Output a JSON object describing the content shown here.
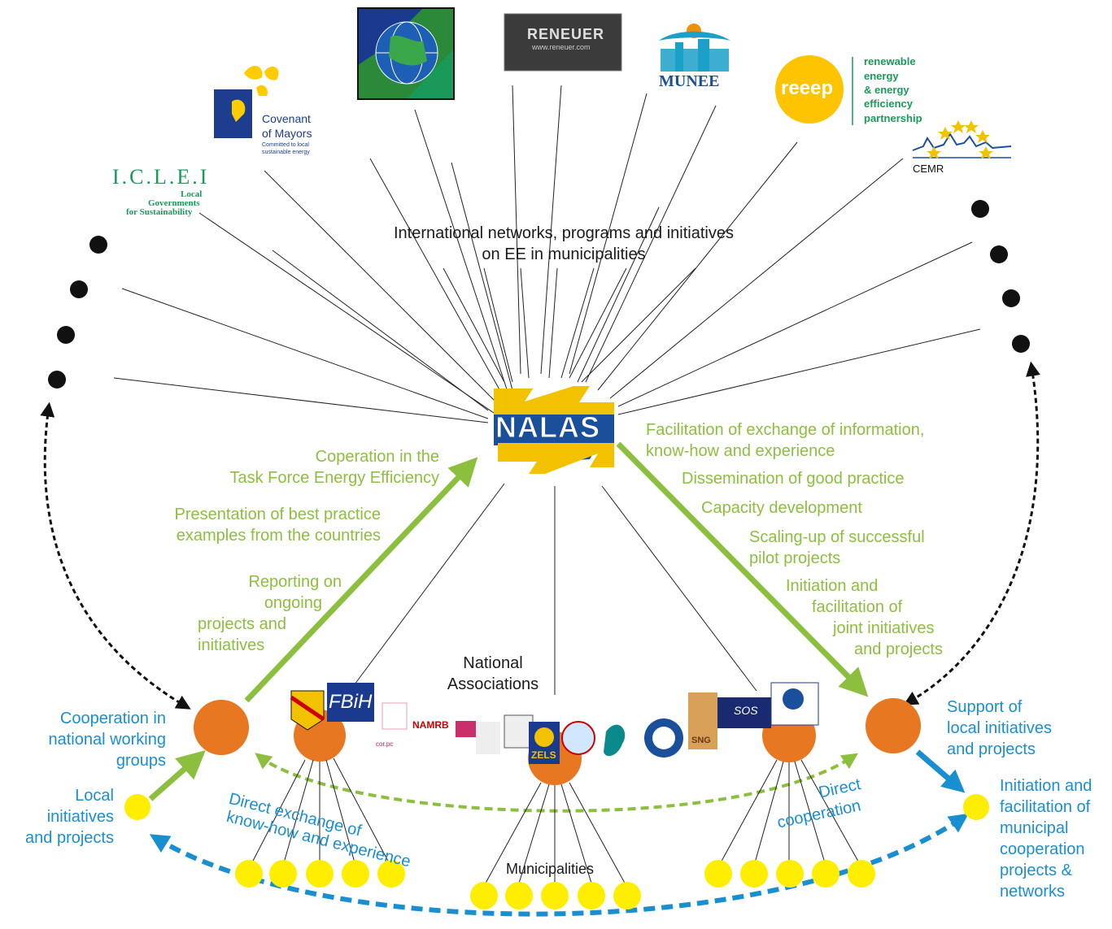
{
  "hub": {
    "name": "NALAS",
    "colors": {
      "yellow": "#f2c200",
      "blue": "#1a4f9c"
    }
  },
  "top_caption": {
    "line1": "International networks, programs and initiatives",
    "line2": "on EE in municipalities"
  },
  "logos": {
    "iclei": {
      "name": "I.C.L.E.I",
      "line1": "Local",
      "line2": "Governments",
      "line3": "for Sustainability"
    },
    "covenant": {
      "line1": "Covenant",
      "line2": "of Mayors",
      "line3": "Committed to local",
      "line4": "sustainable energy"
    },
    "globe": {
      "icon": "globe-icon"
    },
    "reneuer": {
      "name": "RENEUER",
      "url": "www.reneuer.com"
    },
    "munee": {
      "name": "MUNEE"
    },
    "reeep": {
      "name": "reeep",
      "line1": "renewable",
      "line2": "energy",
      "line3": "& energy",
      "line4": "efficiency",
      "line5": "partnership"
    },
    "cemr": {
      "name": "CEMR"
    }
  },
  "left_labels": {
    "task_force": {
      "line1": "Coperation in the",
      "line2": "Task Force Energy Efficiency"
    },
    "best_practice": {
      "line1": "Presentation of best practice",
      "line2": "examples from the countries"
    },
    "reporting": {
      "line1": "Reporting on",
      "line2": "ongoing",
      "line3": "projects and",
      "line4": "initiatives"
    }
  },
  "right_labels": {
    "facilitation": {
      "line1": "Facilitation of exchange of information,",
      "line2": "know-how and experience"
    },
    "dissemination": "Dissemination of good practice",
    "capacity": "Capacity development",
    "scaling": {
      "line1": "Scaling-up of successful",
      "line2": "pilot projects"
    },
    "initiation": {
      "line1": "Initiation and",
      "line2": "facilitation of",
      "line3": "joint initiatives",
      "line4": "and projects"
    }
  },
  "national_associations": {
    "line1": "National",
    "line2": "Associations"
  },
  "association_logos": [
    "FBiH",
    "NAMRB",
    "ZELS",
    "SOS",
    "SNG",
    "cor.pc"
  ],
  "blue_labels": {
    "working_groups": {
      "line1": "Cooperation in",
      "line2": "national working",
      "line3": "groups"
    },
    "local_left": {
      "line1": "Local",
      "line2": "initiatives",
      "line3": "and projects"
    },
    "support": {
      "line1": "Support of",
      "line2": "local initiatives",
      "line3": "and projects"
    },
    "municipal_coop": {
      "line1": "Initiation and",
      "line2": "facilitation of",
      "line3": "municipal",
      "line4": "cooperation",
      "line5": "projects &",
      "line6": "networks"
    },
    "direct_exchange": {
      "line1": "Direct exchange of",
      "line2": "know-how and experience"
    },
    "direct_coop": {
      "line1": "Direct",
      "line2": "cooperation"
    }
  },
  "municipalities": "Municipalities",
  "colors": {
    "green": "#8dbf3f",
    "blue": "#1a8fd0",
    "orange": "#e87722",
    "yellow": "#ffee00",
    "black": "#111111"
  }
}
